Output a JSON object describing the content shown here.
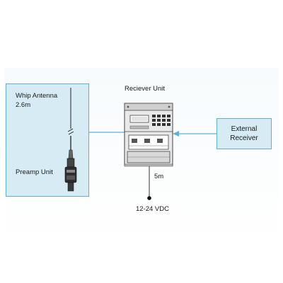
{
  "diagram": {
    "receiver_title": "Reciever Unit",
    "antenna_label_line1": "Whip Antenna",
    "antenna_label_line2": "2.6m",
    "preamp_label": "Preamp Unit",
    "external_line1": "External",
    "external_line2": "Receiver",
    "cable_length": "5m",
    "power_label": "12-24 VDC"
  },
  "colors": {
    "box_fill": "#d6ebf4",
    "box_border": "#5fb0d6",
    "line": "#5fb0d6"
  }
}
